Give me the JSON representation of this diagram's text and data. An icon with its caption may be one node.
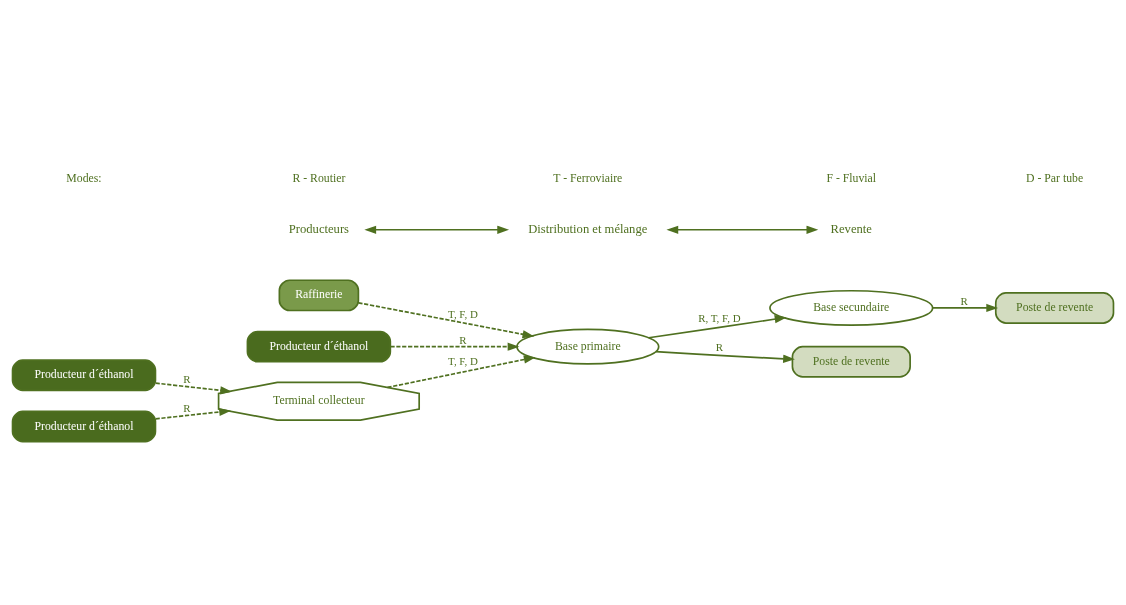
{
  "diagram": {
    "nodes": [
      {
        "text": [
          "Raffinerie"
        ]
      },
      {
        "text": [
          "Producteur d´éthanol"
        ]
      },
      {
        "text": [
          "Producteur d´éthanol"
        ]
      },
      {
        "text": [
          "Producteur d´éthanol"
        ]
      },
      {
        "text": [
          "Base primaire"
        ]
      },
      {
        "text": [
          "Terminal collecteur"
        ]
      },
      {
        "text": [
          "Base secundaire"
        ]
      },
      {
        "text": [
          "Poste de revente"
        ]
      },
      {
        "text": [
          "Poste de revente"
        ]
      }
    ],
    "edges": [
      {
        "from": 0,
        "to": 4,
        "arrow": "to",
        "label": "T, F, D",
        "style": "dashed"
      },
      {
        "from": 1,
        "to": 4,
        "arrow": "to",
        "label": "R",
        "style": "dashed"
      },
      {
        "from": 2,
        "to": 5,
        "arrow": "to",
        "label": "R",
        "style": "dashed"
      },
      {
        "from": 3,
        "to": 5,
        "arrow": "to",
        "label": "R",
        "style": "dashed"
      },
      {
        "from": 5,
        "to": 4,
        "arrow": "to",
        "label": "T, F, D",
        "style": "dashed"
      },
      {
        "from": 4,
        "to": 7,
        "arrow": "to",
        "label": "R"
      },
      {
        "from": 4,
        "to": 6,
        "arrow": "to",
        "label": "R, T, F, D"
      },
      {
        "from": 6,
        "to": 8,
        "arrow": "to",
        "label": "R"
      }
    ],
    "labels": [
      "Producteurs",
      "Distribution et mélange",
      "Revente",
      "Modes:",
      "R - Routier",
      "T - Ferroviaire",
      "F - Fluvial",
      "D - Par tube"
    ]
  }
}
